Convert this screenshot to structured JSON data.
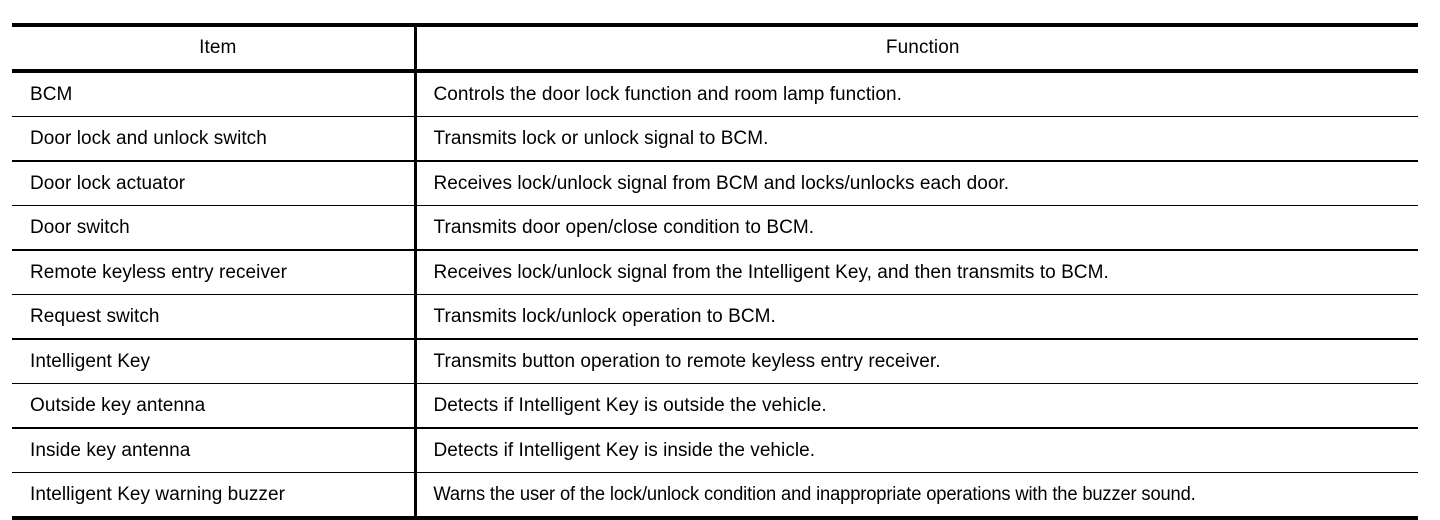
{
  "table": {
    "columns": [
      {
        "key": "item",
        "label": "Item",
        "align": "center"
      },
      {
        "key": "function",
        "label": "Function",
        "align": "center"
      }
    ],
    "rows": [
      {
        "item": "BCM",
        "function": "Controls the door lock function and room lamp function."
      },
      {
        "item": "Door lock and unlock switch",
        "function": "Transmits lock or unlock signal to BCM."
      },
      {
        "item": "Door lock actuator",
        "function": "Receives lock/unlock signal from BCM and locks/unlocks each door."
      },
      {
        "item": "Door switch",
        "function": "Transmits door open/close condition to BCM."
      },
      {
        "item": "Remote keyless entry receiver",
        "function": "Receives lock/unlock signal from the Intelligent Key, and then transmits to BCM."
      },
      {
        "item": "Request switch",
        "function": "Transmits lock/unlock operation to BCM."
      },
      {
        "item": "Intelligent Key",
        "function": "Transmits button operation to remote keyless entry receiver."
      },
      {
        "item": "Outside key antenna",
        "function": "Detects if Intelligent Key is outside the vehicle."
      },
      {
        "item": "Inside key antenna",
        "function": "Detects if Intelligent Key is inside the vehicle."
      },
      {
        "item": "Intelligent Key warning buzzer",
        "function": "Warns the user of the lock/unlock condition and inappropriate operations with the buzzer sound."
      }
    ]
  },
  "colors": {
    "rule": "#000000",
    "text": "#000000",
    "background": "#ffffff"
  }
}
